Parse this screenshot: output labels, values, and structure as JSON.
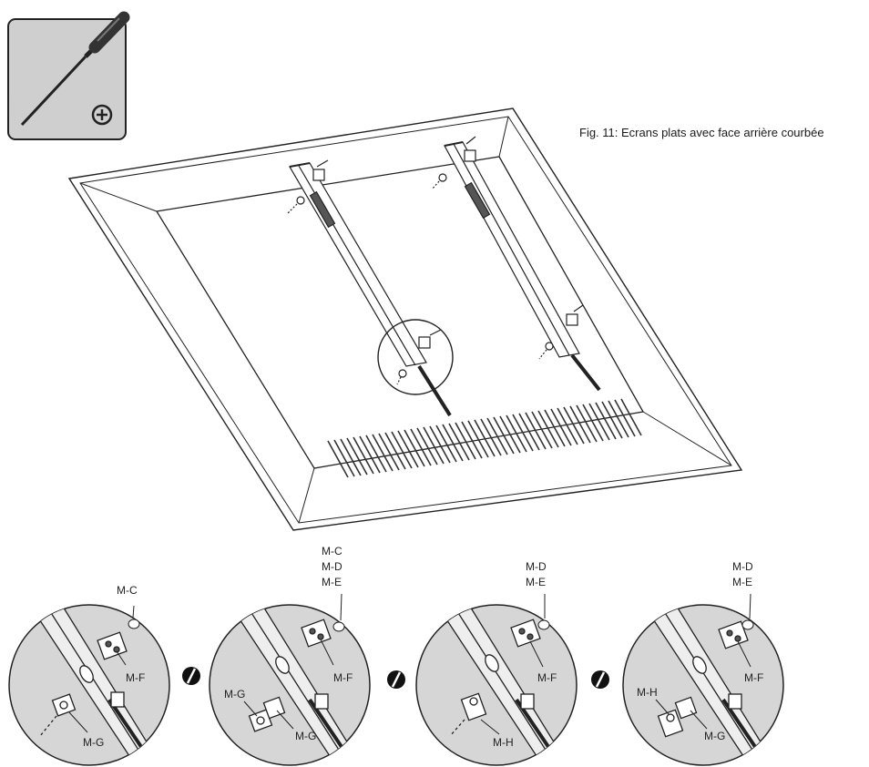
{
  "caption": "Fig. 11: Ecrans plats avec face arrière courbée",
  "tool": {
    "icon": "phillips-screwdriver-icon",
    "badge": "⊕"
  },
  "panels": [
    {
      "top_labels": [
        "M-C"
      ],
      "side_label": "M-F",
      "bottom_labels": [
        "M-G"
      ]
    },
    {
      "top_labels": [
        "M-C",
        "M-D",
        "M-E"
      ],
      "side_label": "M-F",
      "bottom_labels": [
        "M-G",
        "M-G"
      ]
    },
    {
      "top_labels": [
        "M-D",
        "M-E"
      ],
      "side_label": "M-F",
      "bottom_labels": [
        "M-H"
      ]
    },
    {
      "top_labels": [
        "M-D",
        "M-E"
      ],
      "side_label": "M-F",
      "bottom_labels": [
        "M-H",
        "M-G"
      ]
    }
  ],
  "separator": {
    "icon": "slash-or-icon"
  },
  "colors": {
    "line": "#222222",
    "tool_bg": "#cfcfcf",
    "detail_bg": "#d6d6d6",
    "handle": "#333333"
  }
}
